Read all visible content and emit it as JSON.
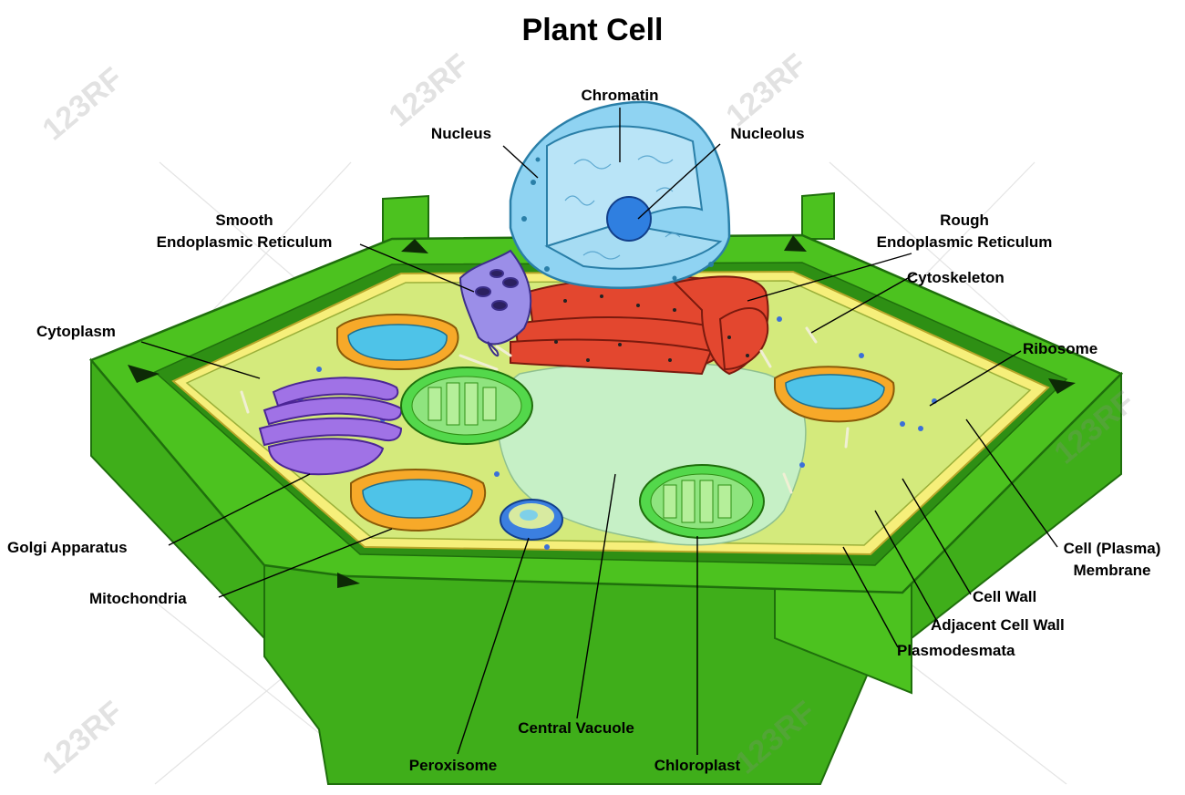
{
  "title": "Plant Cell",
  "labels": {
    "chromatin": "Chromatin",
    "nucleus": "Nucleus",
    "nucleolus": "Nucleolus",
    "smooth_er_1": "Smooth",
    "smooth_er_2": "Endoplasmic Reticulum",
    "rough_er_1": "Rough",
    "rough_er_2": "Endoplasmic Reticulum",
    "cytoskeleton": "Cytoskeleton",
    "cytoplasm": "Cytoplasm",
    "ribosome": "Ribosome",
    "golgi": "Golgi Apparatus",
    "mitochondria": "Mitochondria",
    "cell_membrane_1": "Cell (Plasma)",
    "cell_membrane_2": "Membrane",
    "cell_wall": "Cell Wall",
    "adjacent_cell_wall": "Adjacent Cell Wall",
    "plasmodesmata": "Plasmodesmata",
    "central_vacuole": "Central Vacuole",
    "peroxisome": "Peroxisome",
    "chloroplast": "Chloroplast"
  },
  "watermark": "123RF",
  "colors": {
    "wall_green": "#4cc21f",
    "wall_dark": "#2e8f14",
    "cytoplasm": "#d4ea7c",
    "membrane": "#f6ef7a",
    "nucleus": "#8fd3f2",
    "nucleolus": "#2f7fe0",
    "rough_er": "#e3472f",
    "smooth_er": "#9b8ee8",
    "golgi": "#a072e6",
    "mitochondria_outer": "#f7a929",
    "mitochondria_inner": "#4ec3e8",
    "chloroplast": "#53d84b",
    "vacuole": "#c6f0c6",
    "peroxisome": "#3b7fe0"
  }
}
